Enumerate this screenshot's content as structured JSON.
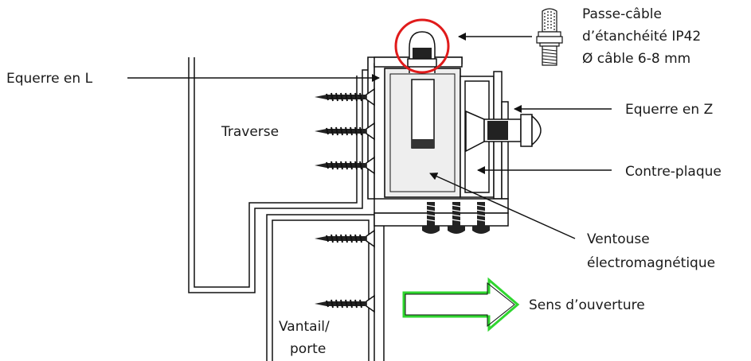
{
  "labels": {
    "cable_gland_line1": "Passe-câble",
    "cable_gland_line2": "d’étanchéité IP42",
    "cable_gland_line3": "Ø câble 6-8 mm",
    "l_bracket": "Equerre en L",
    "z_bracket": "Equerre en Z",
    "crossbar": "Traverse",
    "counter_plate": "Contre-plaque",
    "magnet_line1": "Ventouse",
    "magnet_line2": "électromagnétique",
    "opening_direction": "Sens d’ouverture",
    "leaf_line1": "Vantail/",
    "leaf_line2": "porte"
  },
  "colors": {
    "line": "#111111",
    "highlight_circle": "#e01b1b",
    "arrow_outline": "#2fd62f",
    "magnet_fill": "#eeeeee"
  },
  "icons": [
    "cable-gland-icon",
    "screw-icon",
    "bolt-icon",
    "opening-arrow-icon"
  ]
}
